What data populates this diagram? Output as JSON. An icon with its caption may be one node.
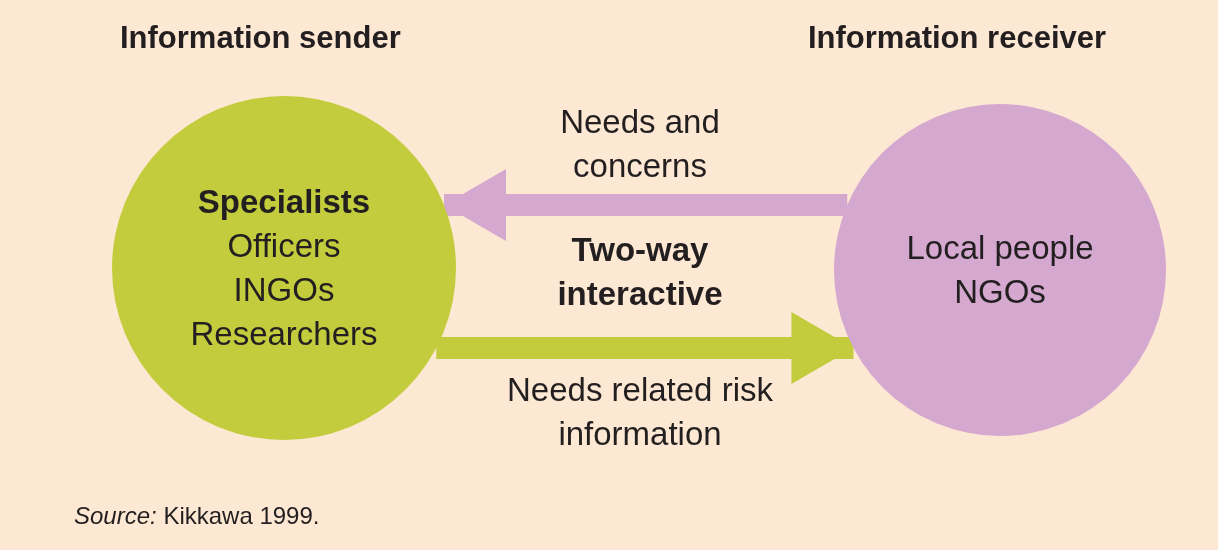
{
  "diagram": {
    "caption": "*Source:* Kikkawa 1999.",
    "nodes": [
      {
        "text": [
          "Specialists",
          "Officers",
          "INGOs",
          "Researchers"
        ],
        "beside": [
          "Information sender"
        ]
      },
      {
        "text": [
          "Local people",
          "NGOs"
        ],
        "beside": [
          "Information receiver"
        ]
      }
    ],
    "edges": [
      {
        "from": 1,
        "to": 0,
        "arrow": "to",
        "label": "Needs and concerns",
        "color": "#d4a8cf"
      },
      {
        "from": 0,
        "to": 1,
        "arrow": "to",
        "label": "Needs related risk information",
        "color": "#c3cc3c"
      }
    ],
    "labels": [
      "Two-way interactive"
    ]
  }
}
